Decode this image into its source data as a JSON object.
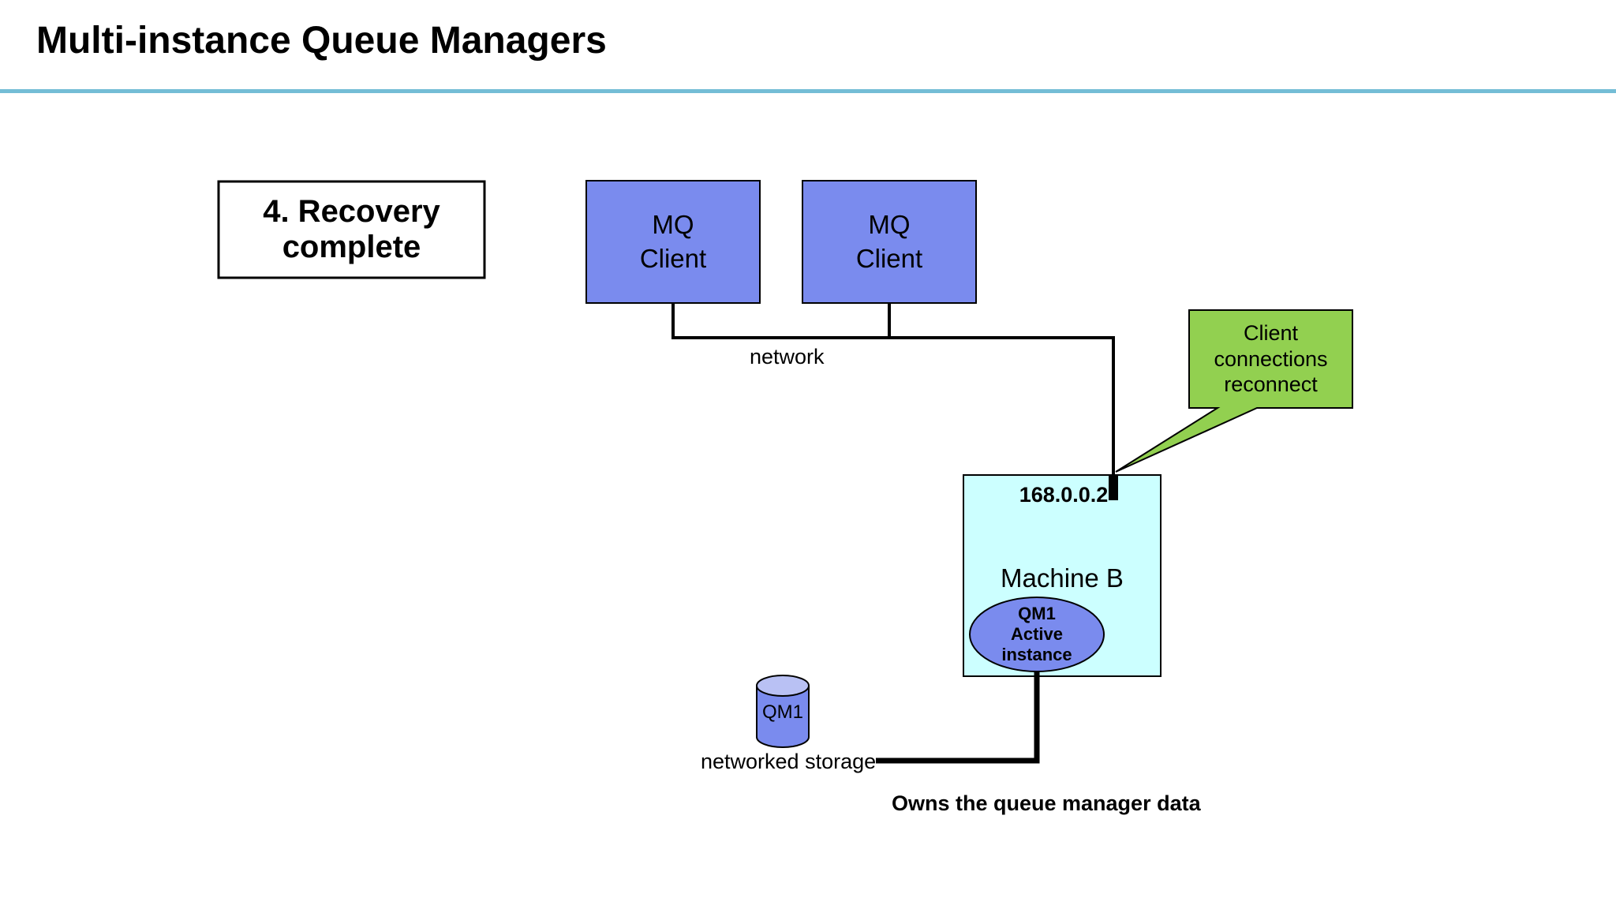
{
  "title": "Multi-instance Queue Managers",
  "step_box": {
    "label": "4. Recovery complete"
  },
  "clients": [
    {
      "label": "MQ\nClient"
    },
    {
      "label": "MQ\nClient"
    }
  ],
  "network": {
    "label": "network"
  },
  "callout": {
    "label": "Client\nconnections\nreconnect"
  },
  "machine_b": {
    "ip": "168.0.0.2",
    "name": "Machine B",
    "instance": {
      "label": "QM1\nActive\ninstance"
    }
  },
  "storage": {
    "cylinder_label": "QM1",
    "caption": "networked storage"
  },
  "footnote": "Owns the queue manager data",
  "colors": {
    "divider": "#74bdd6",
    "client_fill": "#7a8bee",
    "machine_fill": "#ccffff",
    "callout_fill": "#92d050",
    "cylinder_top_fill": "#b9c1f4",
    "line": "#000000"
  }
}
